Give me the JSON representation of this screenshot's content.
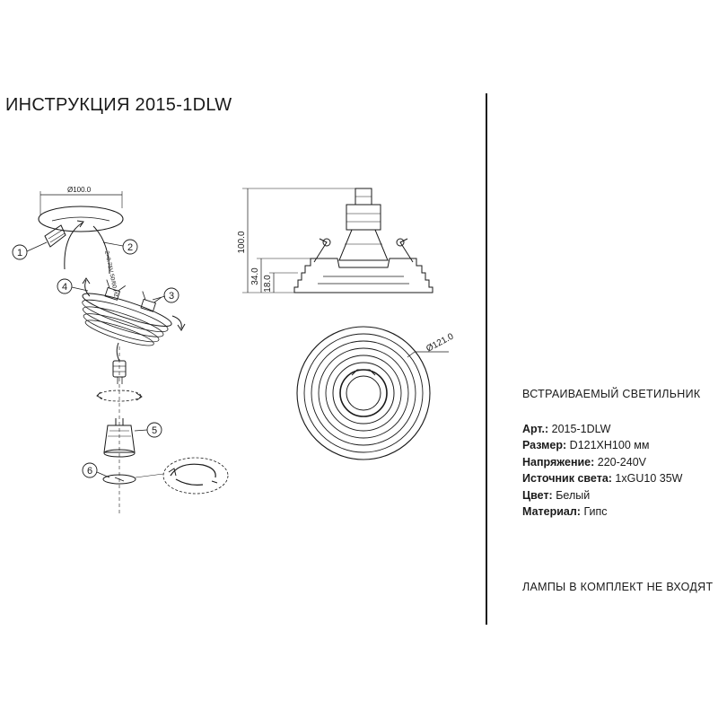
{
  "title": "ИНСТРУКЦИЯ 2015-1DLW",
  "callouts": [
    "1",
    "2",
    "3",
    "4",
    "5",
    "6"
  ],
  "dimensions": {
    "top_diameter": "Ø100.0",
    "height_total": "100.0",
    "height_mid": "34.0",
    "height_low": "18.0",
    "diameter_outer": "Ø121.0",
    "cable_label": "2×0.75V 50/60 Hz"
  },
  "product_type": "ВСТРАИВАЕМЫЙ СВЕТИЛЬНИК",
  "specs": [
    {
      "label": "Арт.:",
      "value": "2015-1DLW"
    },
    {
      "label": "Размер:",
      "value": "D121XH100 мм"
    },
    {
      "label": "Напряжение:",
      "value": "220-240V"
    },
    {
      "label": "Источник света:",
      "value": "1xGU10 35W"
    },
    {
      "label": "Цвет:",
      "value": "Белый"
    },
    {
      "label": "Материал:",
      "value": "Гипс"
    }
  ],
  "note": "ЛАМПЫ В КОМПЛЕКТ НЕ ВХОДЯТ"
}
